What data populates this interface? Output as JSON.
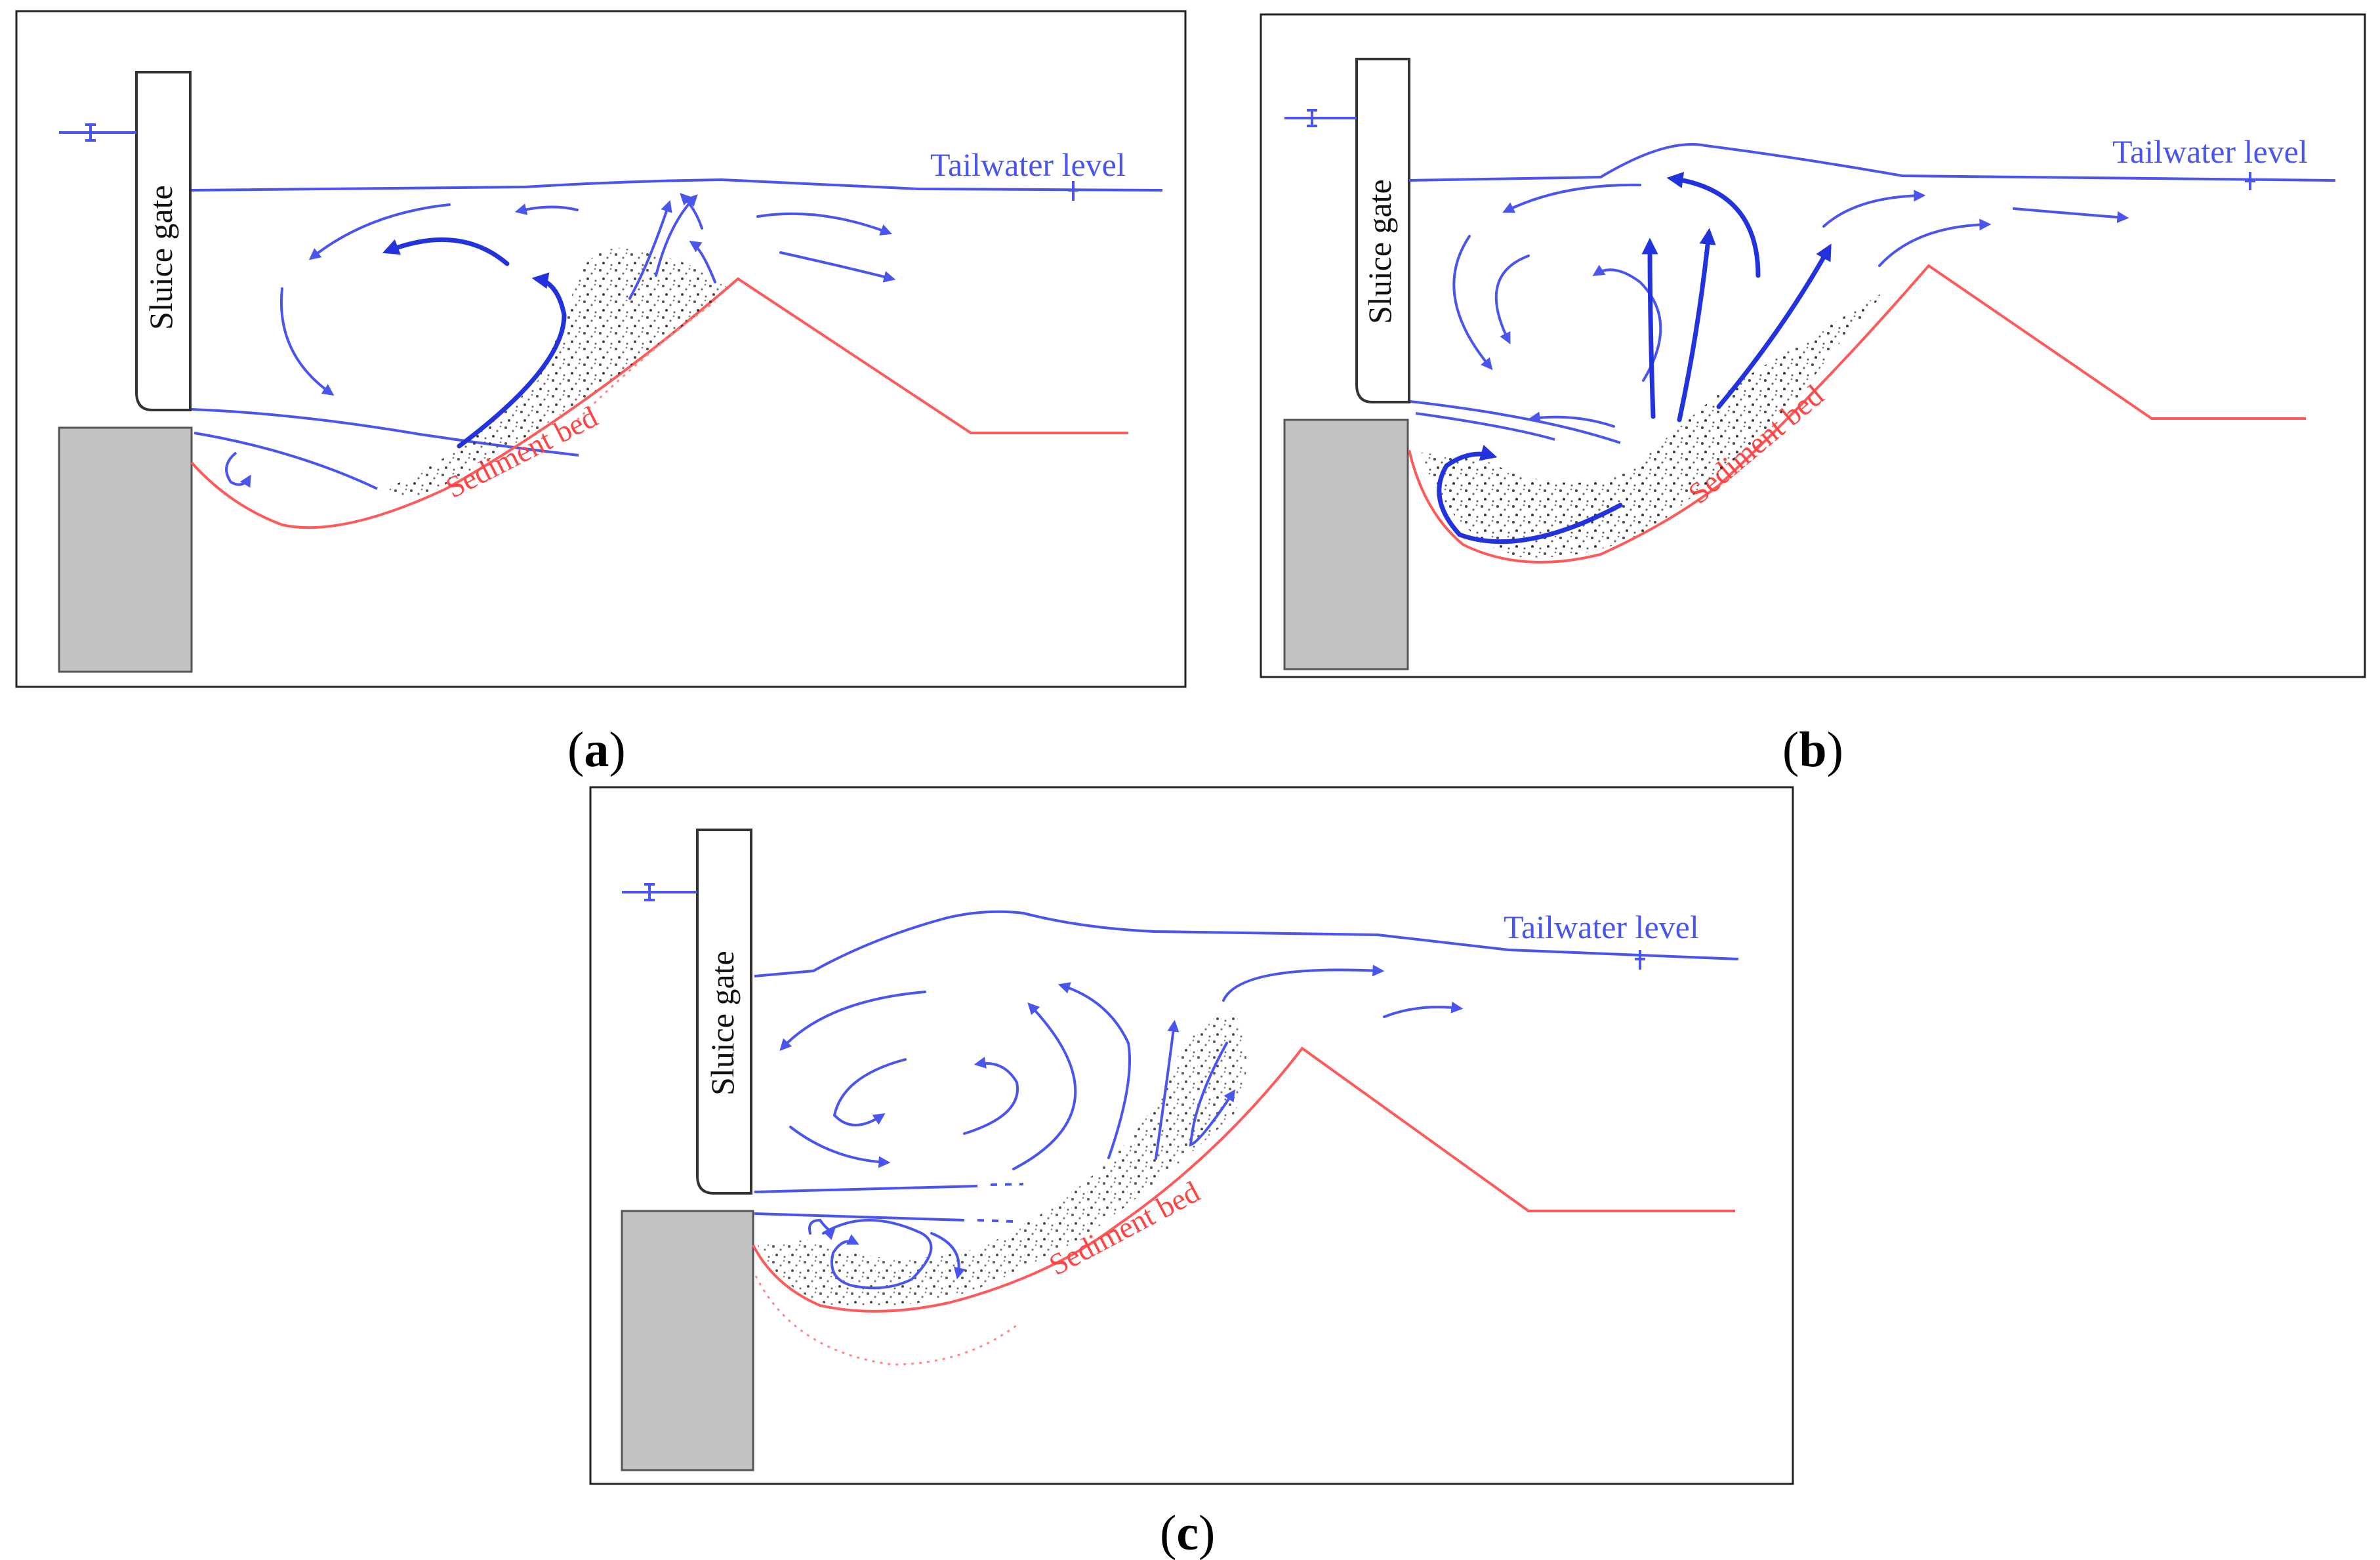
{
  "colors": {
    "water": "#4a55ee",
    "bed": "#ff5a5a",
    "apron": "#c2c2c2",
    "frame": "#222222"
  },
  "panels": [
    {
      "id": "a",
      "caption_letter": "a",
      "gate_label": "Sluice gate",
      "tailwater_label": "Tailwater level",
      "sediment_label": "Sediment bed"
    },
    {
      "id": "b",
      "caption_letter": "b",
      "gate_label": "Sluice gate",
      "tailwater_label": "Tailwater level",
      "sediment_label": "Sediment bed"
    },
    {
      "id": "c",
      "caption_letter": "c",
      "gate_label": "Sluice gate",
      "tailwater_label": "Tailwater level",
      "sediment_label": "Sediment bed"
    }
  ]
}
